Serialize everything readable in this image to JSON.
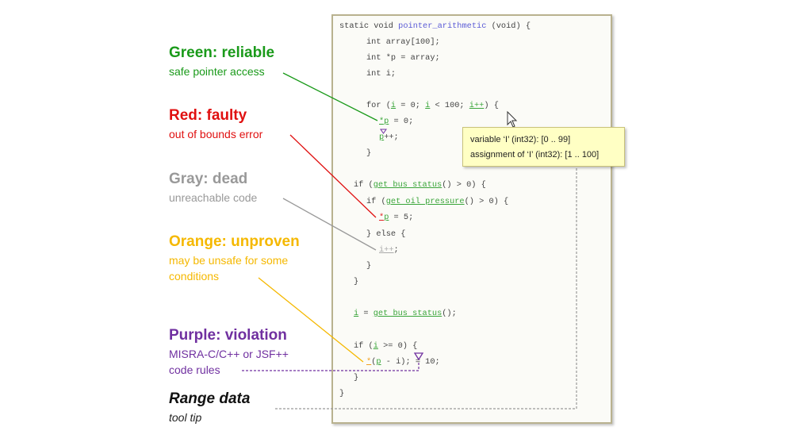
{
  "annotations": [
    {
      "title": "Green: reliable",
      "sub": [
        "safe pointer access"
      ],
      "color": "#1a9a1a"
    },
    {
      "title": "Red: faulty",
      "sub": [
        "out of bounds error"
      ],
      "color": "#e01010"
    },
    {
      "title": "Gray: dead",
      "sub": [
        "unreachable code"
      ],
      "color": "#999999"
    },
    {
      "title": "Orange: unproven",
      "sub": [
        "may be unsafe for some",
        "conditions"
      ],
      "color": "#f5b800"
    },
    {
      "title": "Purple: violation",
      "sub": [
        "MISRA-C/C++ or JSF++",
        "code rules"
      ],
      "color": "#7030a0"
    },
    {
      "title": "Range data",
      "sub": [
        "tool tip"
      ],
      "color": "#111111"
    }
  ],
  "tooltip": {
    "line1": "variable ‘I’ (int32): [0 .. 99]",
    "line2": "assignment of ‘I’ (int32): [1 .. 100]"
  },
  "code": [
    [
      {
        "t": "static void "
      },
      {
        "t": "pointer_arithmetic",
        "c": "fn"
      },
      {
        "t": " (void) {"
      }
    ],
    [
      {
        "t": "int array[100];"
      }
    ],
    [
      {
        "t": "int *p = array;"
      }
    ],
    [
      {
        "t": "int i;"
      }
    ],
    [
      {
        "t": "for ("
      },
      {
        "t": "i",
        "c": "g"
      },
      {
        "t": " = 0; "
      },
      {
        "t": "i",
        "c": "g"
      },
      {
        "t": " < 100; "
      },
      {
        "t": "i++",
        "c": "g"
      },
      {
        "t": ") {"
      }
    ],
    [
      {
        "t": "*p",
        "c": "g"
      },
      {
        "t": " = 0;"
      }
    ],
    [
      {
        "t": "p",
        "c": "g"
      },
      {
        "t": "++;"
      }
    ],
    [
      {
        "t": "}"
      }
    ],
    [
      {
        "t": "if ("
      },
      {
        "t": "get bus status",
        "c": "g"
      },
      {
        "t": "() > 0) {"
      }
    ],
    [
      {
        "t": "if ("
      },
      {
        "t": "get oil pressure",
        "c": "g"
      },
      {
        "t": "() > 0) {"
      }
    ],
    [
      {
        "t": "*",
        "c": "r"
      },
      {
        "t": "p",
        "c": "g"
      },
      {
        "t": " = 5;"
      }
    ],
    [
      {
        "t": "} else {"
      }
    ],
    [
      {
        "t": "i++",
        "c": "gray"
      },
      {
        "t": ";"
      }
    ],
    [
      {
        "t": "}"
      }
    ],
    [
      {
        "t": "}"
      }
    ],
    [
      {
        "t": "i",
        "c": "g"
      },
      {
        "t": " = "
      },
      {
        "t": "get bus status",
        "c": "g"
      },
      {
        "t": "();"
      }
    ],
    [
      {
        "t": "if ("
      },
      {
        "t": "i",
        "c": "g"
      },
      {
        "t": " >= 0) {"
      }
    ],
    [
      {
        "t": "*",
        "c": "o"
      },
      {
        "t": "("
      },
      {
        "t": "p",
        "c": "g"
      },
      {
        "t": " - i); = 10;"
      }
    ],
    [
      {
        "t": "}"
      }
    ],
    [
      {
        "t": "}"
      }
    ]
  ]
}
